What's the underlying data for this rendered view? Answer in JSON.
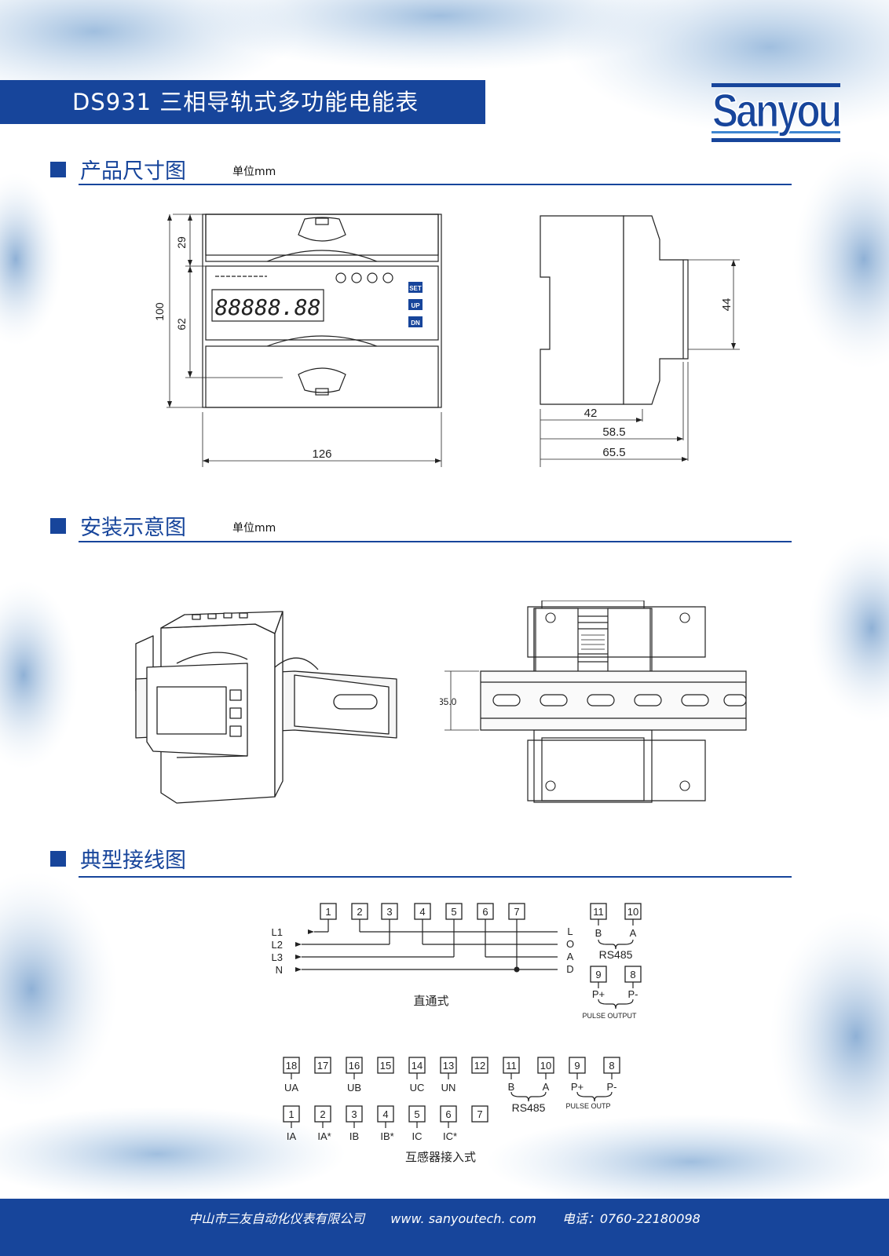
{
  "header": {
    "title": "DS931 三相导轨式多功能电能表"
  },
  "logo": {
    "text": "Sanyou"
  },
  "sections": {
    "dimensions": {
      "heading": "产品尺寸图",
      "unit": "单位mm"
    },
    "installation": {
      "heading": "安装示意图",
      "unit": "单位mm"
    },
    "wiring": {
      "heading": "典型接线图"
    }
  },
  "dimensions": {
    "front": {
      "d29": "29",
      "d62": "62",
      "d100": "100",
      "d126": "126",
      "display": "88888.88",
      "btn_set": "SET",
      "btn_up": "UP",
      "btn_dn": "DN"
    },
    "side": {
      "d44": "44",
      "d42": "42",
      "d58": "58.5",
      "d65": "65.5"
    }
  },
  "installation": {
    "rail_height": "35.0"
  },
  "wiring_direct": {
    "caption": "直通式",
    "terminals": [
      "1",
      "2",
      "3",
      "4",
      "5",
      "6",
      "7"
    ],
    "inputs": [
      "L1",
      "L2",
      "L3",
      "N"
    ],
    "load": [
      "L",
      "O",
      "A",
      "D"
    ],
    "rs485": {
      "t11": "11",
      "t10": "10",
      "b": "B",
      "a": "A",
      "label": "RS485"
    },
    "pulse": {
      "t9": "9",
      "t8": "8",
      "p_plus": "P+",
      "p_minus": "P-",
      "label": "PULSE OUTPUT"
    }
  },
  "wiring_ct": {
    "caption": "互感器接入式",
    "top_terminals": [
      "18",
      "17",
      "16",
      "15",
      "14",
      "13",
      "12"
    ],
    "top_labels": {
      "18": "UA",
      "16": "UB",
      "14": "UC",
      "13": "UN"
    },
    "bottom_terminals": [
      "1",
      "2",
      "3",
      "4",
      "5",
      "6",
      "7"
    ],
    "bottom_labels": {
      "1": "IA",
      "2": "IA*",
      "3": "IB",
      "4": "IB*",
      "5": "IC",
      "6": "IC*"
    },
    "rs485": {
      "t11": "11",
      "t10": "10",
      "b": "B",
      "a": "A",
      "label": "RS485"
    },
    "pulse": {
      "t9": "9",
      "t8": "8",
      "p_plus": "P+",
      "p_minus": "P-",
      "label": "PULSE OUTP"
    }
  },
  "footer": {
    "company": "中山市三友自动化仪表有限公司",
    "website": "www. sanyoutech. com",
    "phone": "电话：0760-22180098"
  },
  "colors": {
    "brand_blue": "#17459b",
    "cloud_blue": "#6a97c8"
  }
}
